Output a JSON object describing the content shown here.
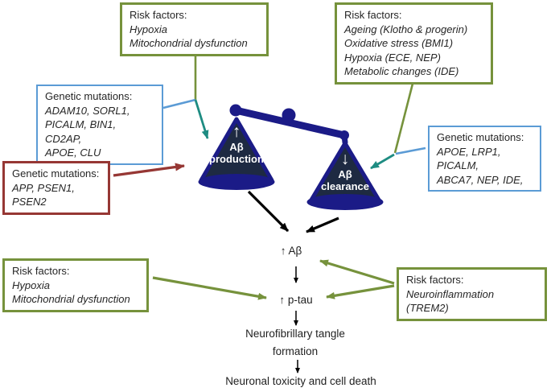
{
  "colors": {
    "green": "#76923C",
    "blue": "#5B9BD5",
    "red": "#963734",
    "teal": "#1E8C82",
    "navy": "#1B1B87",
    "pan_fill": "#1E2A42",
    "text": "#262626",
    "black": "#000000"
  },
  "boxes": {
    "risk_top_left": {
      "title": "Risk factors:",
      "lines": [
        "Hypoxia",
        "Mitochondrial dysfunction"
      ]
    },
    "risk_top_right": {
      "title": "Risk factors:",
      "lines": [
        "Ageing (Klotho & progerin)",
        "Oxidative stress (BMI1)",
        "Hypoxia (ECE, NEP)",
        "Metabolic changes (IDE)"
      ]
    },
    "genetic_left": {
      "title": "Genetic mutations:",
      "lines": [
        "ADAM10, SORL1,",
        "PICALM, BIN1, CD2AP,",
        "APOE, CLU"
      ]
    },
    "genetic_app": {
      "title": "Genetic mutations:",
      "lines": [
        "APP, PSEN1, PSEN2"
      ]
    },
    "genetic_right": {
      "title": "Genetic mutations:",
      "lines": [
        "APOE, LRP1, PICALM,",
        "ABCA7, NEP, IDE,"
      ]
    },
    "risk_bottom_left": {
      "title": "Risk factors:",
      "lines": [
        "Hypoxia",
        "Mitochondrial dysfunction"
      ]
    },
    "risk_right": {
      "title": "Risk factors:",
      "lines": [
        "Neuroinflammation (TREM2)"
      ]
    }
  },
  "scale": {
    "left_pan": {
      "arrow": "↑",
      "line1": "Aβ",
      "line2": "production"
    },
    "right_pan": {
      "arrow": "↓",
      "line1": "Aβ",
      "line2": "clearance"
    }
  },
  "cascade": {
    "abeta": "↑ Aβ",
    "ptau": "↑ p-tau",
    "tangle_line1": "Neurofibrillary tangle",
    "tangle_line2": "formation",
    "death": "Neuronal toxicity and cell death"
  }
}
